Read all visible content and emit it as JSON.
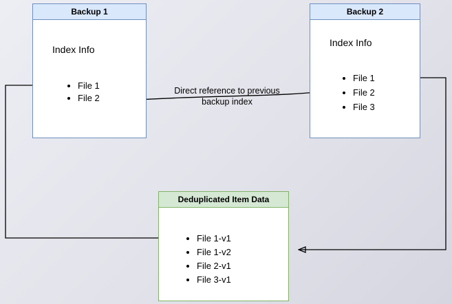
{
  "backup1": {
    "title": "Backup 1",
    "subtitle": "Index Info",
    "items": [
      "File 1",
      "File 2"
    ]
  },
  "backup2": {
    "title": "Backup 2",
    "subtitle": "Index Info",
    "items": [
      "File 1",
      "File 2",
      "File 3"
    ]
  },
  "dedup": {
    "title": "Deduplicated Item Data",
    "items": [
      "File 1-v1",
      "File 1-v2",
      "File 2-v1",
      "File 3-v1"
    ]
  },
  "labels": {
    "direct_reference": "Direct reference to previous backup index"
  },
  "colors": {
    "blue_fill": "#dae8fc",
    "blue_border": "#6c8ebf",
    "green_fill": "#d5e8d4",
    "green_border": "#82b366",
    "arrow": "#000000",
    "background_top": "#edeef4",
    "background_bottom": "#d6d6e1"
  }
}
